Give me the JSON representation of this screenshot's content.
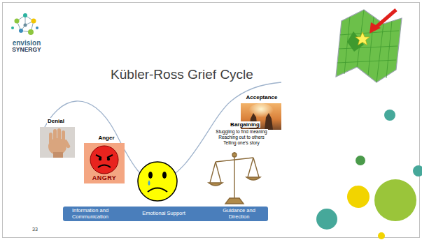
{
  "diagram": {
    "title": "Kübler-Ross Grief Cycle",
    "nodes": [
      {
        "text": [
          "ANGRY"
        ]
      },
      {
        "text": [
          "Information and Communication"
        ]
      },
      {
        "text": [
          "Emotional Support"
        ]
      },
      {
        "text": [
          "Guidance and Direction"
        ]
      }
    ],
    "labels": [
      "envision",
      "SYNERGY",
      "Denial",
      "Anger",
      "Acceptance",
      "Bargaining",
      "Stuggling to find meaning",
      "Reaching out to others",
      "Telling one's story",
      "33"
    ]
  }
}
